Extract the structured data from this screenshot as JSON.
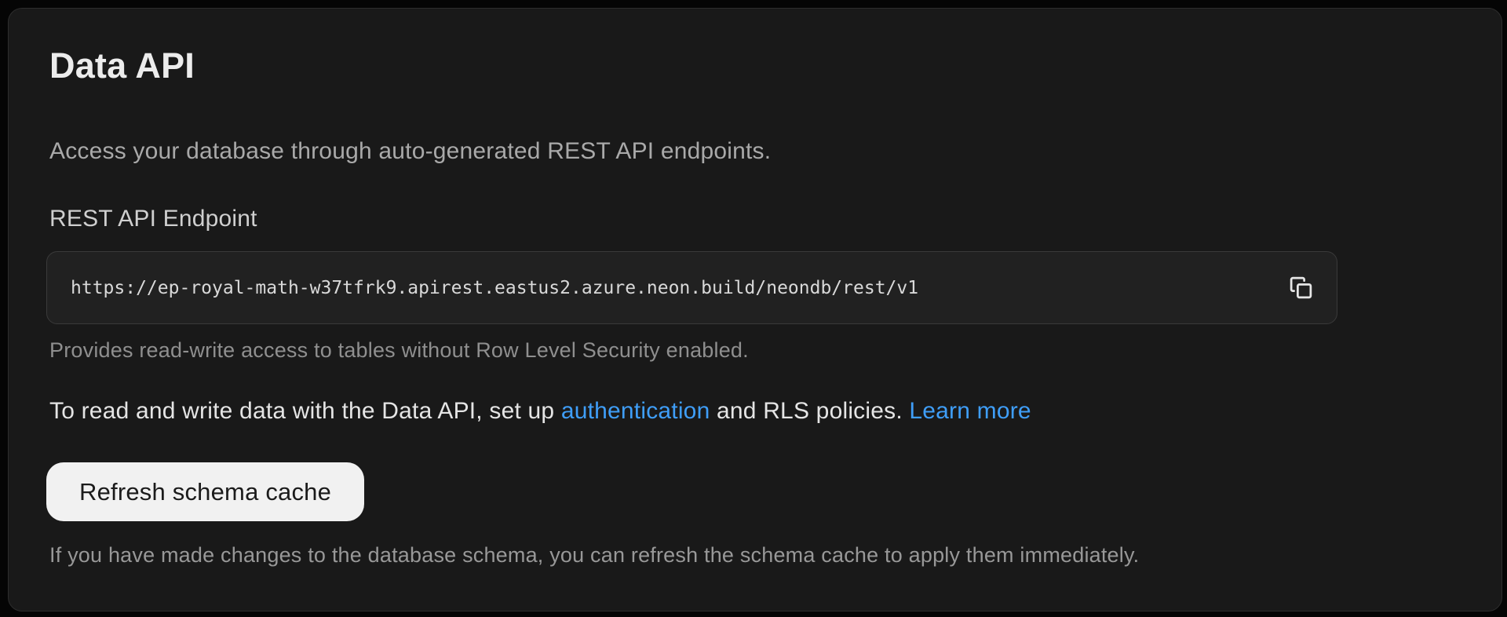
{
  "card": {
    "heading": "Data API",
    "description": "Access your database through auto-generated REST API endpoints.",
    "endpoint": {
      "label": "REST API Endpoint",
      "url": "https://ep-royal-math-w37tfrk9.apirest.eastus2.azure.neon.build/neondb/rest/v1",
      "copy_icon": "copy-icon",
      "helper": "Provides read-write access to tables without Row Level Security enabled."
    },
    "rls_note": {
      "prefix": "To read and write data with the Data API, set up ",
      "auth_link": "authentication",
      "middle": " and RLS policies. ",
      "learn_more_link": "Learn more"
    },
    "refresh": {
      "button_label": "Refresh schema cache",
      "helper": "If you have made changes to the database schema, you can refresh the schema cache to apply them immediately."
    }
  },
  "colors": {
    "page_background": "#050505",
    "card_background": "#191919",
    "card_border": "#2d2d2d",
    "field_background": "#212121",
    "field_border": "#3a3a3a",
    "link": "#3f9ef8",
    "button_background": "#f1f1f1",
    "button_text": "#1b1b1b",
    "heading_text": "#ececec",
    "muted_text": "#8f8f8f"
  }
}
